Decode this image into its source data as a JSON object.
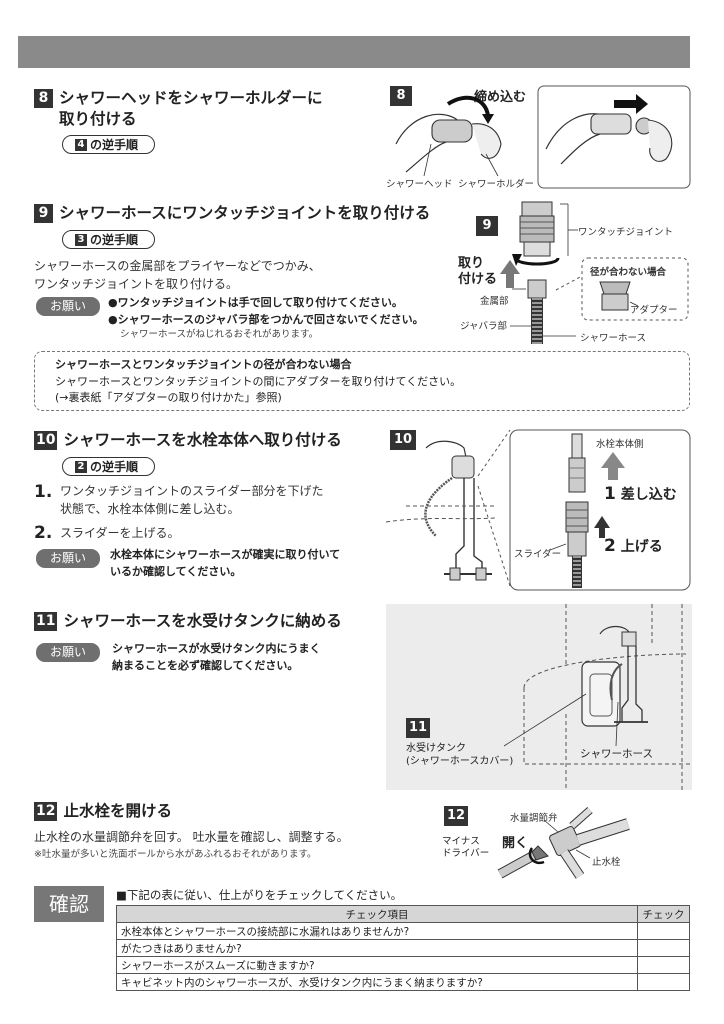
{
  "step8": {
    "num": "8",
    "title_line1": "シャワーヘッドをシャワーホルダーに",
    "title_line2": "取り付ける",
    "rev_num": "4",
    "rev_text": "の逆手順",
    "fig_num": "8",
    "fig_tighten": "締め込む",
    "fig_head": "シャワーヘッド",
    "fig_holder": "シャワーホルダー"
  },
  "step9": {
    "num": "9",
    "title": "シャワーホースにワンタッチジョイントを取り付ける",
    "rev_num": "3",
    "rev_text": "の逆手順",
    "para_line1": "シャワーホースの金属部をプライヤーなどでつかみ、",
    "para_line2": "ワンタッチジョイントを取り付ける。",
    "onegai": "お願い",
    "note1": "●ワンタッチジョイントは手で回して取り付けてください。",
    "note2": "●シャワーホースのジャバラ部をつかんで回さないでください。",
    "note3": "シャワーホースがねじれるおそれがあります。",
    "fig_num": "9",
    "fig_joint": "ワンタッチジョイント",
    "fig_attach_line1": "取り",
    "fig_attach_line2": "付ける",
    "fig_metal": "金属部",
    "fig_bellows": "ジャバラ部",
    "fig_hose": "シャワーホース",
    "fig_mismatch": "径が合わない場合",
    "fig_adapter": "アダプター"
  },
  "dashbox": {
    "title": "シャワーホースとワンタッチジョイントの径が合わない場合",
    "line1": "シャワーホースとワンタッチジョイントの間にアダプターを取り付けてください。",
    "line2": "(→裏表紙「アダプターの取り付けかた」参照)"
  },
  "step10": {
    "num": "10",
    "title": "シャワーホースを水栓本体へ取り付ける",
    "rev_num": "2",
    "rev_text": "の逆手順",
    "item1_num": "1.",
    "item1_line1": "ワンタッチジョイントのスライダー部分を下げた",
    "item1_line2": "状態で、水栓本体側に差し込む。",
    "item2_num": "2.",
    "item2_text": "スライダーを上げる。",
    "onegai": "お願い",
    "note_line1": "水栓本体にシャワーホースが確実に取り付いて",
    "note_line2": "いるか確認してください。",
    "fig_num": "10",
    "fig_faucet_side": "水栓本体側",
    "fig_slider": "スライダー",
    "fig_step1_num": "1",
    "fig_step1_text": "差し込む",
    "fig_step2_num": "2",
    "fig_step2_text": "上げる"
  },
  "step11": {
    "num": "11",
    "title": "シャワーホースを水受けタンクに納める",
    "onegai": "お願い",
    "note_line1": "シャワーホースが水受けタンク内にうまく",
    "note_line2": "納まることを必ず確認してください。",
    "fig_num": "11",
    "fig_tank_line1": "水受けタンク",
    "fig_tank_line2": "(シャワーホースカバー)",
    "fig_hose": "シャワーホース"
  },
  "step12": {
    "num": "12",
    "title": "止水栓を開ける",
    "para": "止水栓の水量調節弁を回す。 吐水量を確認し、調整する。",
    "small": "※吐水量が多いと洗面ボールから水があふれるおそれがあります。",
    "fig_num": "12",
    "fig_valve": "水量調節弁",
    "fig_driver_line1": "マイナス",
    "fig_driver_line2": "ドライバー",
    "fig_open": "開く",
    "fig_stopcock": "止水栓"
  },
  "check": {
    "label": "確認",
    "instruction": "■下記の表に従い、仕上がりをチェックしてください。",
    "header_item": "チェック項目",
    "header_check": "チェック",
    "rows": [
      "水栓本体とシャワーホースの接続部に水漏れはありませんか?",
      "がたつきはありませんか?",
      "シャワーホースがスムーズに動きますか?",
      "キャビネット内のシャワーホースが、水受けタンク内にうまく納まりますか?"
    ]
  }
}
